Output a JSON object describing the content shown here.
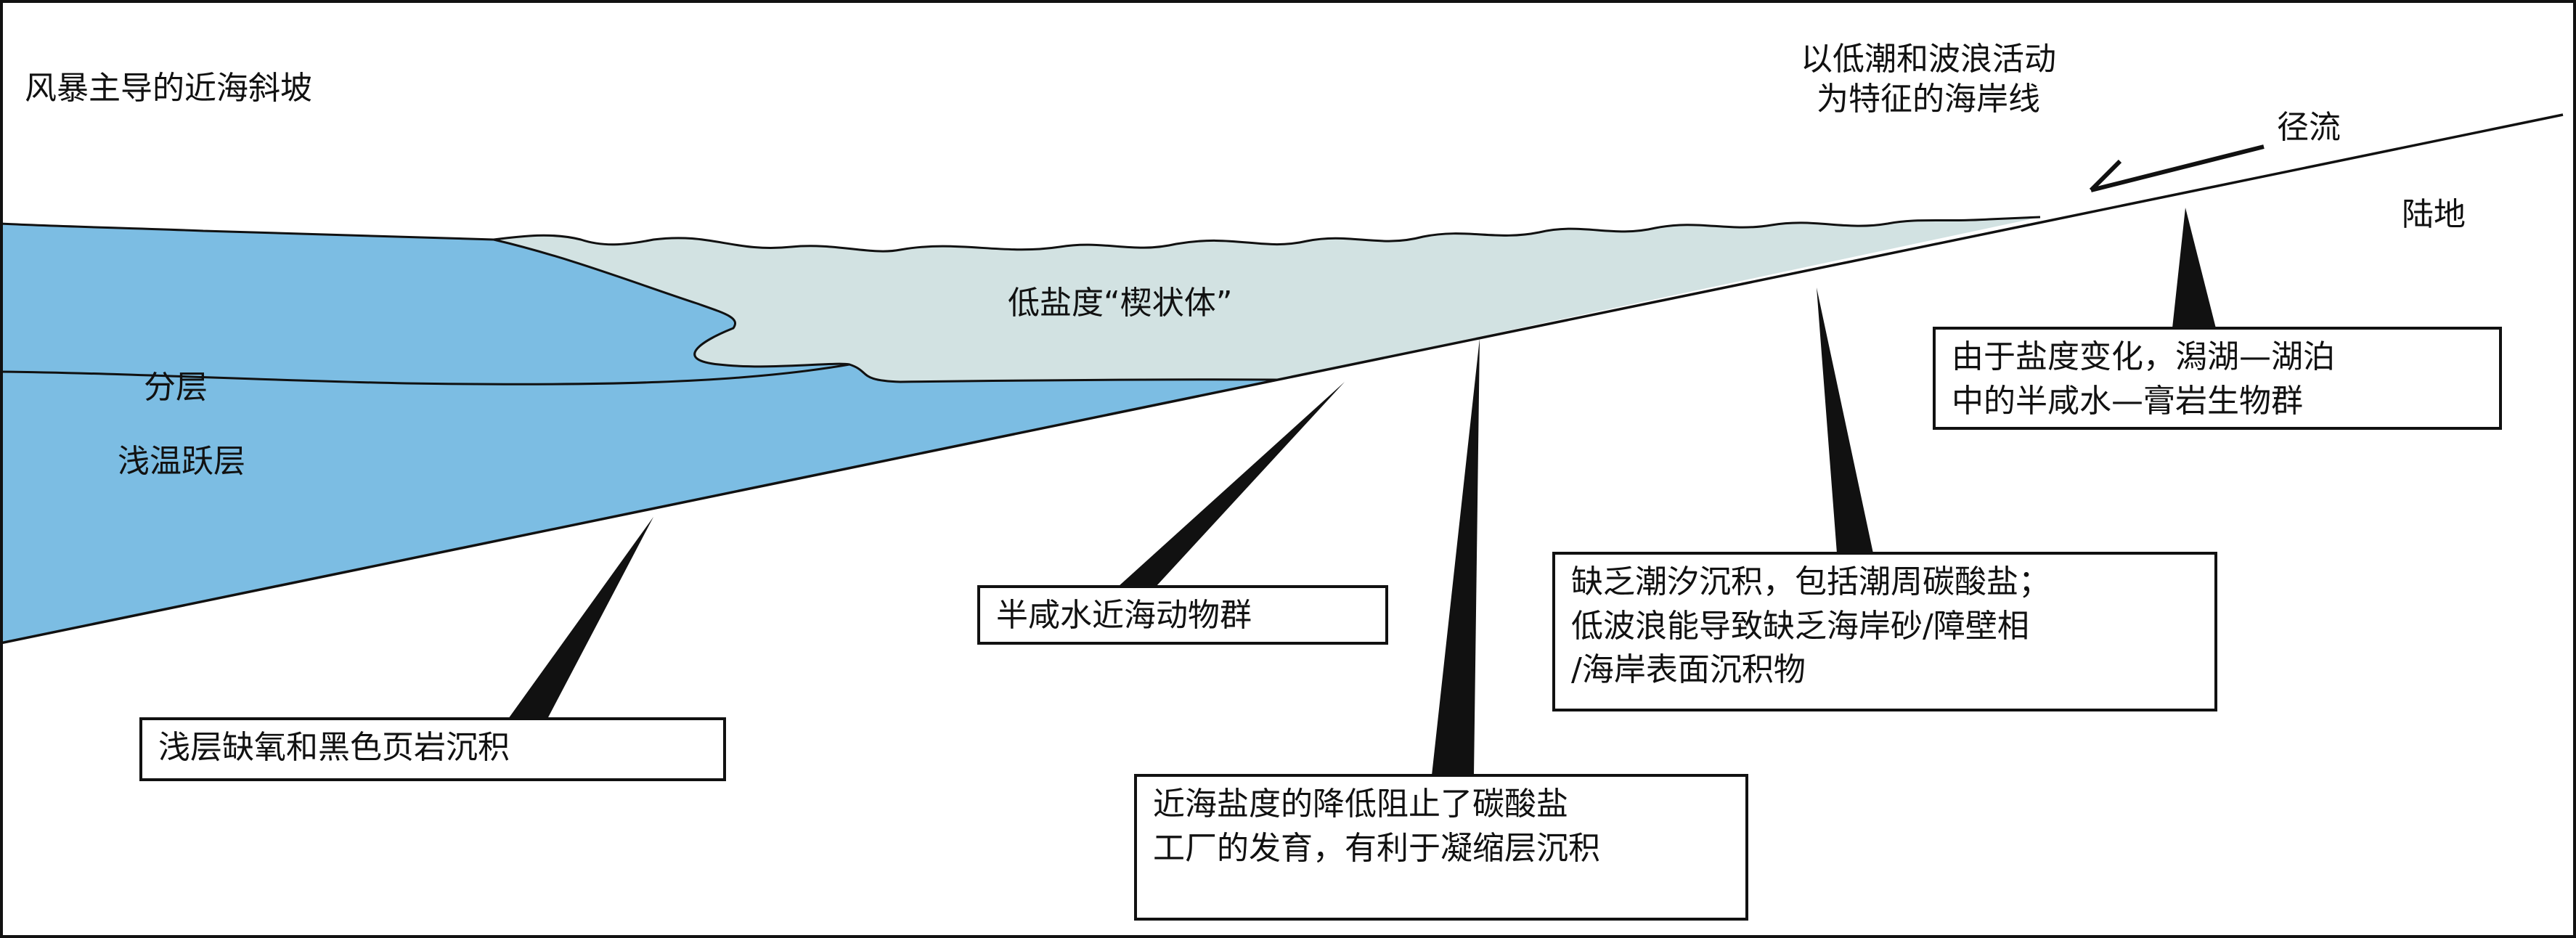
{
  "diagram": {
    "colors": {
      "sea": "#7cbde3",
      "wedge": "#d2e2e2",
      "outline": "#111111",
      "background": "#ffffff"
    },
    "labels": {
      "title": "风暴主导的近海斜坡",
      "stratification": "分层",
      "thermocline": "浅温跃层",
      "wedge": "低盐度“楔状体”",
      "coastline_line1": "以低潮和波浪活动",
      "coastline_line2": "为特征的海岸线",
      "runoff": "径流",
      "land": "陆地"
    },
    "callouts": {
      "hypersaline_biota": {
        "line1": "由于盐度变化，潟湖—湖泊",
        "line2": "中的半咸水—膏岩生物群"
      },
      "tidal": {
        "line1": "缺乏潮汐沉积，包括潮周碳酸盐；",
        "line2": "低波浪能导致缺乏海岸砂/障壁相",
        "line3": "/海岸表面沉积物"
      },
      "brackish_fauna": {
        "line1": "半咸水近海动物群"
      },
      "anoxic": {
        "line1": "浅层缺氧和黑色页岩沉积"
      },
      "salinity": {
        "line1": "近海盐度的降低阻止了碳酸盐",
        "line2": "工厂的发育，有利于凝缩层沉积"
      }
    }
  }
}
